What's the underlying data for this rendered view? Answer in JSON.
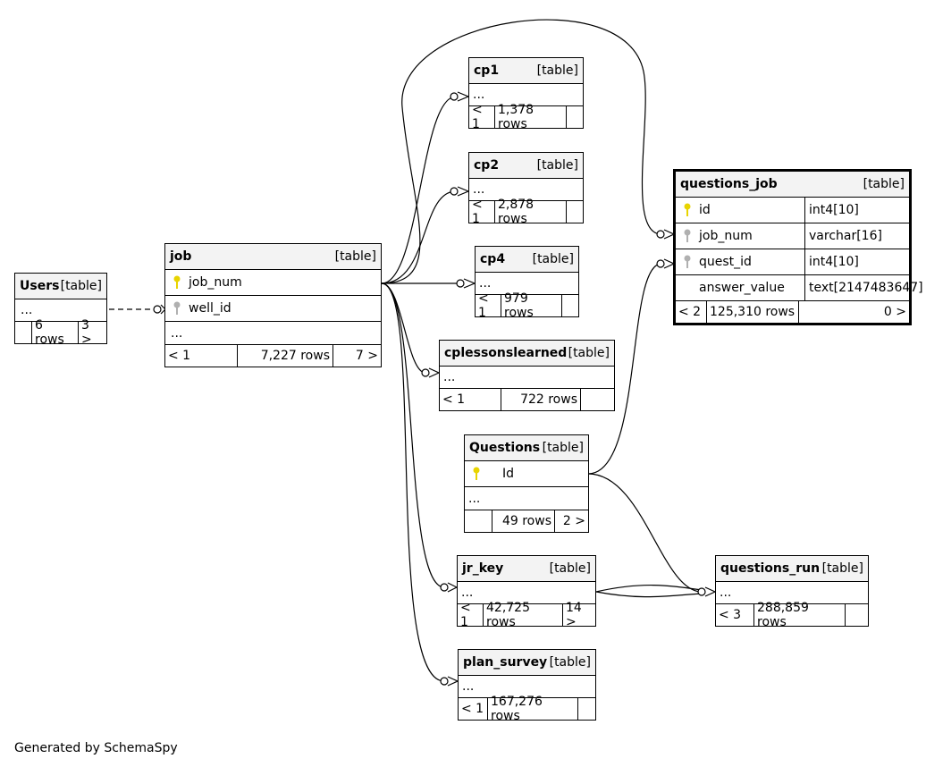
{
  "footer": "Generated by SchemaSpy",
  "table_tag": "[table]",
  "tables": {
    "users": {
      "name": "Users",
      "ellipsis": "...",
      "rows": "6 rows",
      "children": "3 >"
    },
    "job": {
      "name": "job",
      "col1": "job_num",
      "col2": "well_id",
      "ellipsis": "...",
      "parents": "< 1",
      "rows": "7,227 rows",
      "children": "7 >"
    },
    "cp1": {
      "name": "cp1",
      "ellipsis": "...",
      "parents": "< 1",
      "rows": "1,378 rows"
    },
    "cp2": {
      "name": "cp2",
      "ellipsis": "...",
      "parents": "< 1",
      "rows": "2,878 rows"
    },
    "cp4": {
      "name": "cp4",
      "ellipsis": "...",
      "parents": "< 1",
      "rows": "979 rows"
    },
    "cplessons": {
      "name": "cplessonslearned",
      "ellipsis": "...",
      "parents": "< 1",
      "rows": "722 rows"
    },
    "questions": {
      "name": "Questions",
      "col1": "Id",
      "ellipsis": "...",
      "rows": "49 rows",
      "children": "2 >"
    },
    "jr_key": {
      "name": "jr_key",
      "ellipsis": "...",
      "parents": "< 1",
      "rows": "42,725 rows",
      "children": "14 >"
    },
    "plan_survey": {
      "name": "plan_survey",
      "ellipsis": "...",
      "parents": "< 1",
      "rows": "167,276 rows"
    },
    "questions_run": {
      "name": "questions_run",
      "ellipsis": "...",
      "parents": "< 3",
      "rows": "288,859 rows"
    },
    "questions_job": {
      "name": "questions_job",
      "columns": [
        {
          "name": "id",
          "type": "int4[10]"
        },
        {
          "name": "job_num",
          "type": "varchar[16]"
        },
        {
          "name": "quest_id",
          "type": "int4[10]"
        },
        {
          "name": "answer_value",
          "type": "text[2147483647]"
        }
      ],
      "parents": "< 2",
      "rows": "125,310 rows",
      "children": "0 >"
    }
  },
  "colors": {
    "primary_key": "#e8d400",
    "foreign_key": "#b0b0b0",
    "header_bg": "#f3f3f3"
  }
}
